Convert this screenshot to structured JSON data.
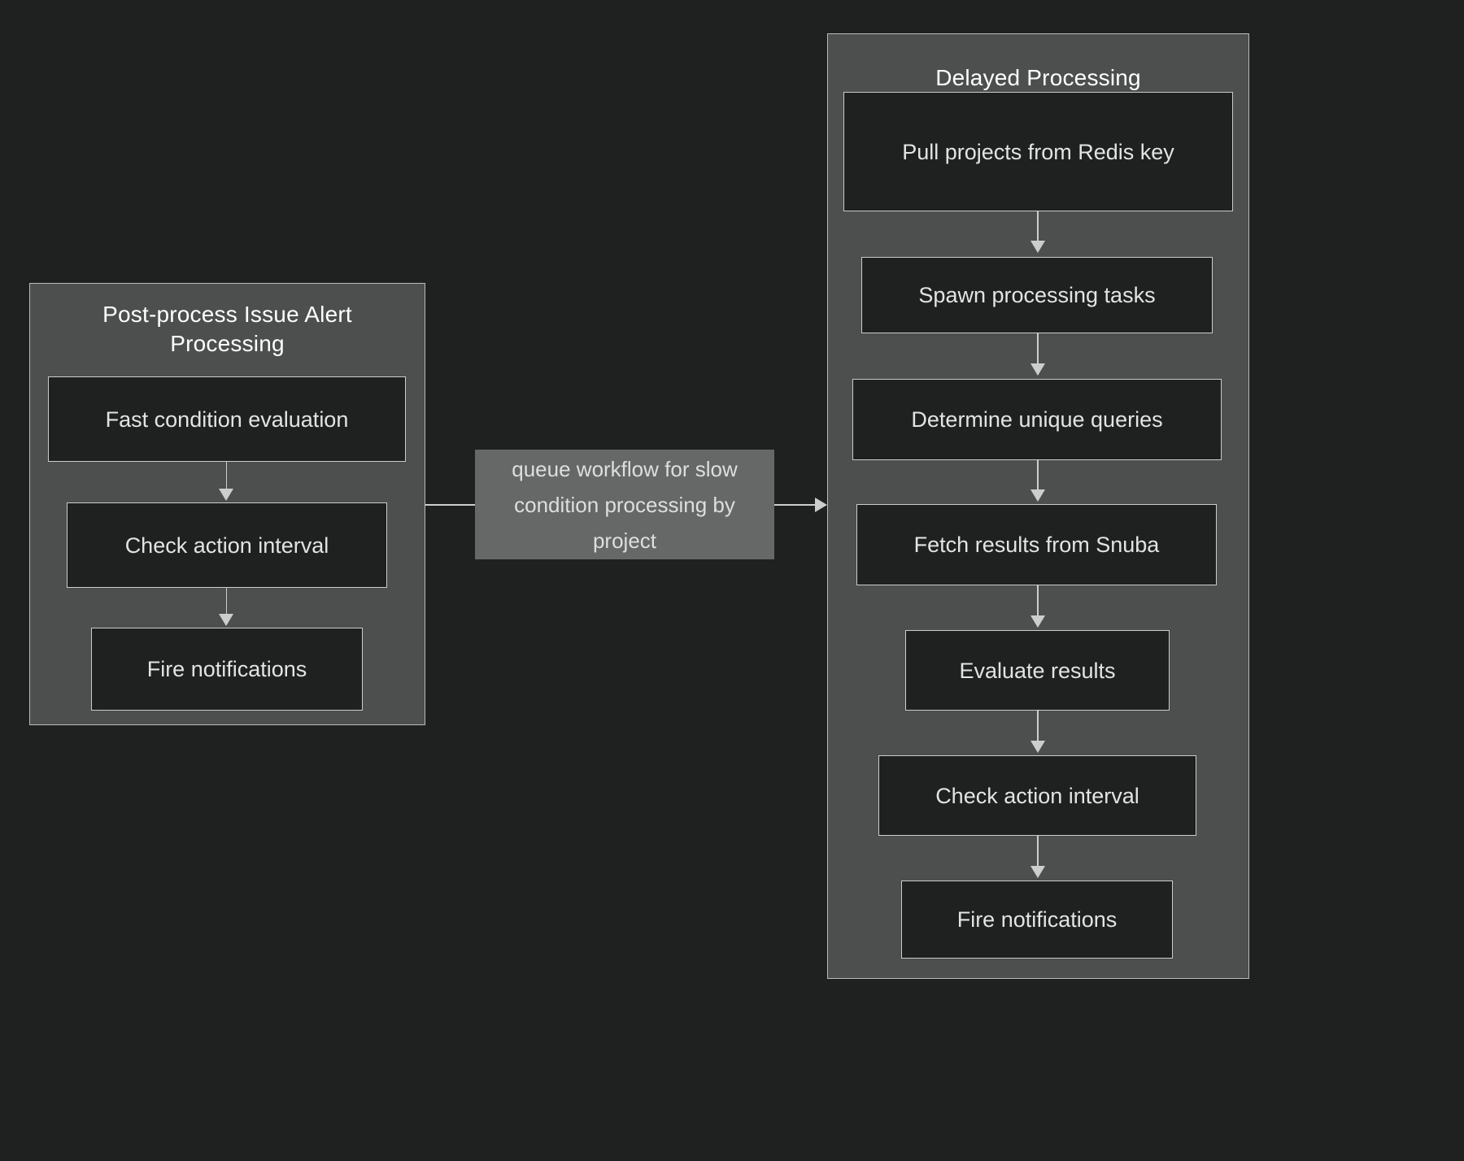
{
  "diagram": {
    "type": "flowchart",
    "background_color": "#1f2121",
    "subgraph_fill": "#4d4f4f",
    "node_fill": "#1f2121",
    "node_border": "#ccccce",
    "edge_color": "#cccece",
    "label_fill": "#666868"
  },
  "subgraphs": [
    {
      "id": "post-process",
      "title": "Post-process Issue Alert Processing",
      "nodes": [
        {
          "id": "fast-condition-evaluation",
          "label": "Fast condition evaluation"
        },
        {
          "id": "check-action-interval-left",
          "label": "Check action interval"
        },
        {
          "id": "fire-notifications-left",
          "label": "Fire notifications"
        }
      ]
    },
    {
      "id": "delayed-processing",
      "title": "Delayed Processing",
      "nodes": [
        {
          "id": "pull-projects-from-redis-key",
          "label": "Pull projects from Redis key"
        },
        {
          "id": "spawn-processing-tasks",
          "label": "Spawn processing tasks"
        },
        {
          "id": "determine-unique-queries",
          "label": "Determine unique queries"
        },
        {
          "id": "fetch-results-from-snuba",
          "label": "Fetch results from Snuba"
        },
        {
          "id": "evaluate-results",
          "label": "Evaluate results"
        },
        {
          "id": "check-action-interval-right",
          "label": "Check action interval"
        },
        {
          "id": "fire-notifications-right",
          "label": "Fire notifications"
        }
      ]
    }
  ],
  "edges": [
    {
      "from": "fast-condition-evaluation",
      "to": "check-action-interval-left",
      "label": ""
    },
    {
      "from": "check-action-interval-left",
      "to": "fire-notifications-left",
      "label": ""
    },
    {
      "from": "fire-notifications-left",
      "to": "pull-projects-from-redis-key",
      "label": "queue workflow for slow condition processing by project"
    },
    {
      "from": "pull-projects-from-redis-key",
      "to": "spawn-processing-tasks",
      "label": ""
    },
    {
      "from": "spawn-processing-tasks",
      "to": "determine-unique-queries",
      "label": ""
    },
    {
      "from": "determine-unique-queries",
      "to": "fetch-results-from-snuba",
      "label": ""
    },
    {
      "from": "fetch-results-from-snuba",
      "to": "evaluate-results",
      "label": ""
    },
    {
      "from": "evaluate-results",
      "to": "check-action-interval-right",
      "label": ""
    },
    {
      "from": "check-action-interval-right",
      "to": "fire-notifications-right",
      "label": ""
    }
  ],
  "edge_labels": {
    "queue_workflow": "queue workflow for slow condition processing by project"
  }
}
